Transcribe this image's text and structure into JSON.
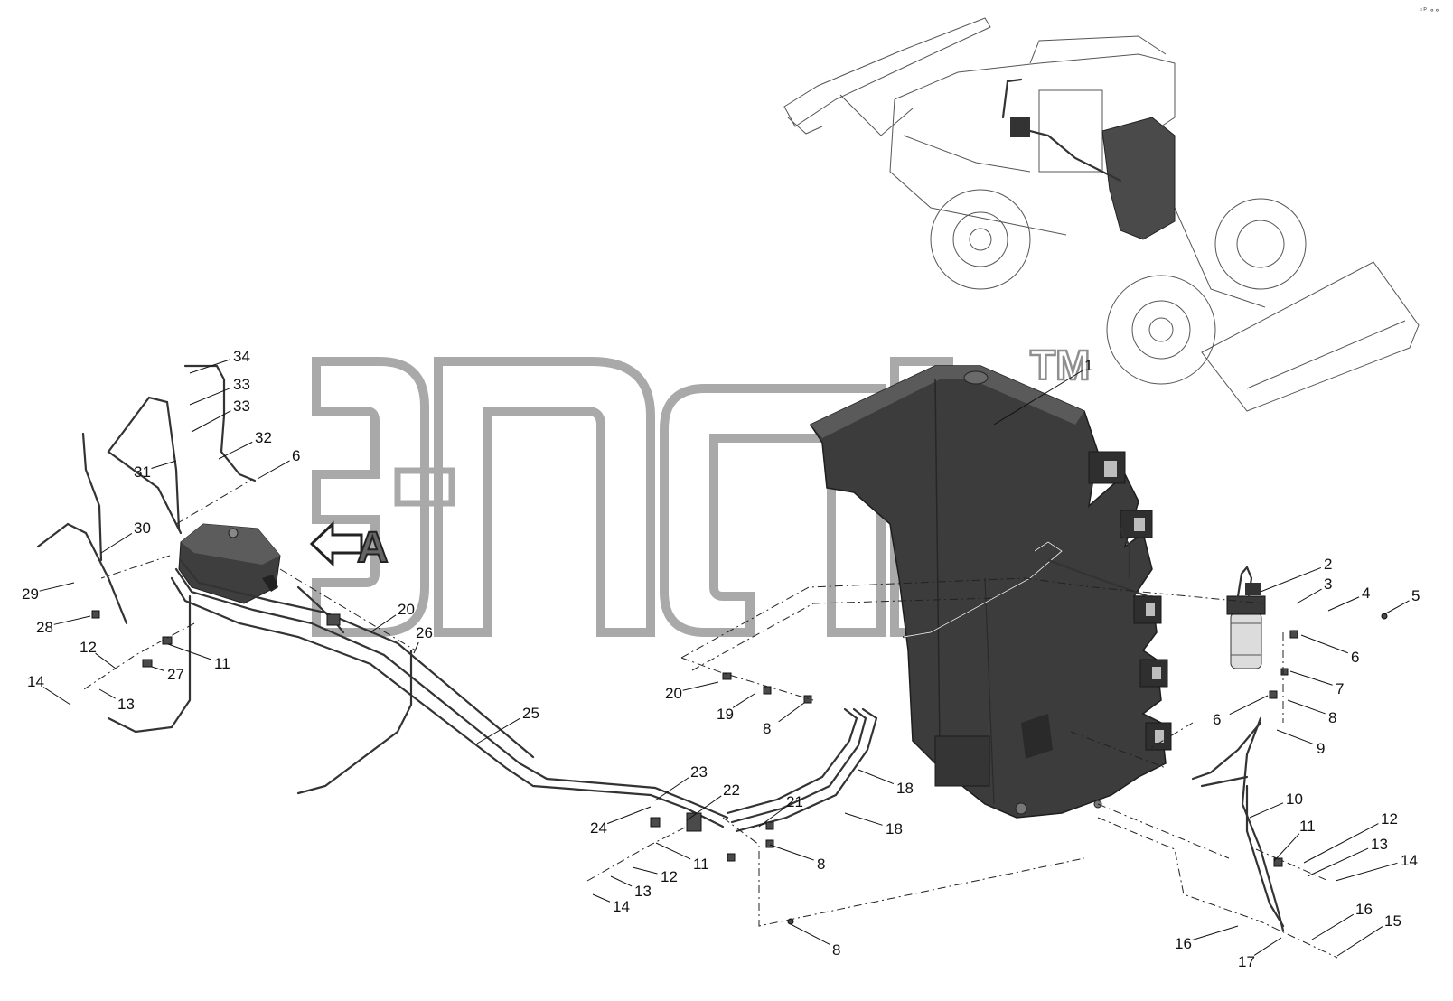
{
  "watermark": {
    "trademark": "TM",
    "view_label": "A"
  },
  "corner_mark": "◦ᵖ ∘∘",
  "callouts": [
    {
      "label": "1"
    },
    {
      "label": "2"
    },
    {
      "label": "3"
    },
    {
      "label": "4"
    },
    {
      "label": "5"
    },
    {
      "label": "6"
    },
    {
      "label": "6"
    },
    {
      "label": "6"
    },
    {
      "label": "7"
    },
    {
      "label": "8"
    },
    {
      "label": "8"
    },
    {
      "label": "8"
    },
    {
      "label": "8"
    },
    {
      "label": "9"
    },
    {
      "label": "10"
    },
    {
      "label": "11"
    },
    {
      "label": "11"
    },
    {
      "label": "11"
    },
    {
      "label": "12"
    },
    {
      "label": "12"
    },
    {
      "label": "12"
    },
    {
      "label": "13"
    },
    {
      "label": "13"
    },
    {
      "label": "13"
    },
    {
      "label": "14"
    },
    {
      "label": "14"
    },
    {
      "label": "14"
    },
    {
      "label": "15"
    },
    {
      "label": "16"
    },
    {
      "label": "16"
    },
    {
      "label": "17"
    },
    {
      "label": "18"
    },
    {
      "label": "18"
    },
    {
      "label": "19"
    },
    {
      "label": "20"
    },
    {
      "label": "20"
    },
    {
      "label": "21"
    },
    {
      "label": "22"
    },
    {
      "label": "23"
    },
    {
      "label": "24"
    },
    {
      "label": "25"
    },
    {
      "label": "26"
    },
    {
      "label": "27"
    },
    {
      "label": "28"
    },
    {
      "label": "29"
    },
    {
      "label": "30"
    },
    {
      "label": "31"
    },
    {
      "label": "32"
    },
    {
      "label": "33"
    },
    {
      "label": "33"
    },
    {
      "label": "34"
    }
  ],
  "colors": {
    "part_fill": "#3c3c3c",
    "part_edge": "#1e1e1e",
    "watermark": "#a9a9a9",
    "line": "#111111"
  }
}
